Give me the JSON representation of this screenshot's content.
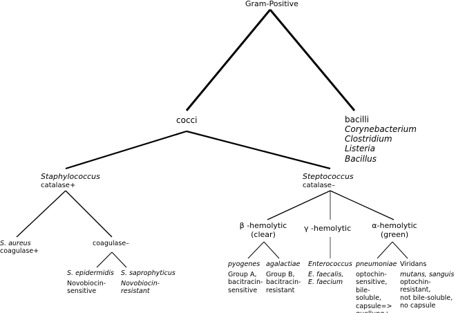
{
  "nodes": {
    "root": "Gram-Positive",
    "cocci": "cocci",
    "bacilli": "bacilli",
    "bacilli_genera": [
      "Corynebacterium",
      "Clostridium",
      "Listeria",
      "Bacillus"
    ],
    "staph": "Staphylococcus",
    "staph_test": "catalase+",
    "strep": "Steptococcus",
    "strep_test": "catalase–",
    "s_aureus": "S. aureus",
    "s_aureus_test": "coagulase+",
    "coag_neg": "coagulase–",
    "s_epidermidis": "S. epidermidis",
    "s_epidermidis_test": "Novobiocin-\nsensitive",
    "s_saprophyticus": "S. saprophyticus",
    "s_saprophyticus_test": "Novobiocin-\nresistant",
    "beta": "β -hemolytic\n(clear)",
    "gamma": "γ -hemolytic",
    "alpha": "α-hemolytic\n(green)",
    "pyogenes": "pyogenes",
    "pyogenes_test": "Group A,\nbacitracin-\nsensitive",
    "agalactiae": "agalactiae",
    "agalactiae_test": "Group B,\nbacitracin-\nresistant",
    "enterococcus": "Enterococcus",
    "enterococcus_species": "E. faecalis,\nE. faecium",
    "pneumoniae": "pneumoniae",
    "pneumoniae_test": "optochin-\nsensitive,\nbile-\nsoluble,\ncapsule=>\nquellung+",
    "viridans": "Viridans",
    "viridans_species": "mutans, sanguis",
    "viridans_test": "optochin-\nresistant,\nnot bile-soluble,\nno capsule"
  }
}
